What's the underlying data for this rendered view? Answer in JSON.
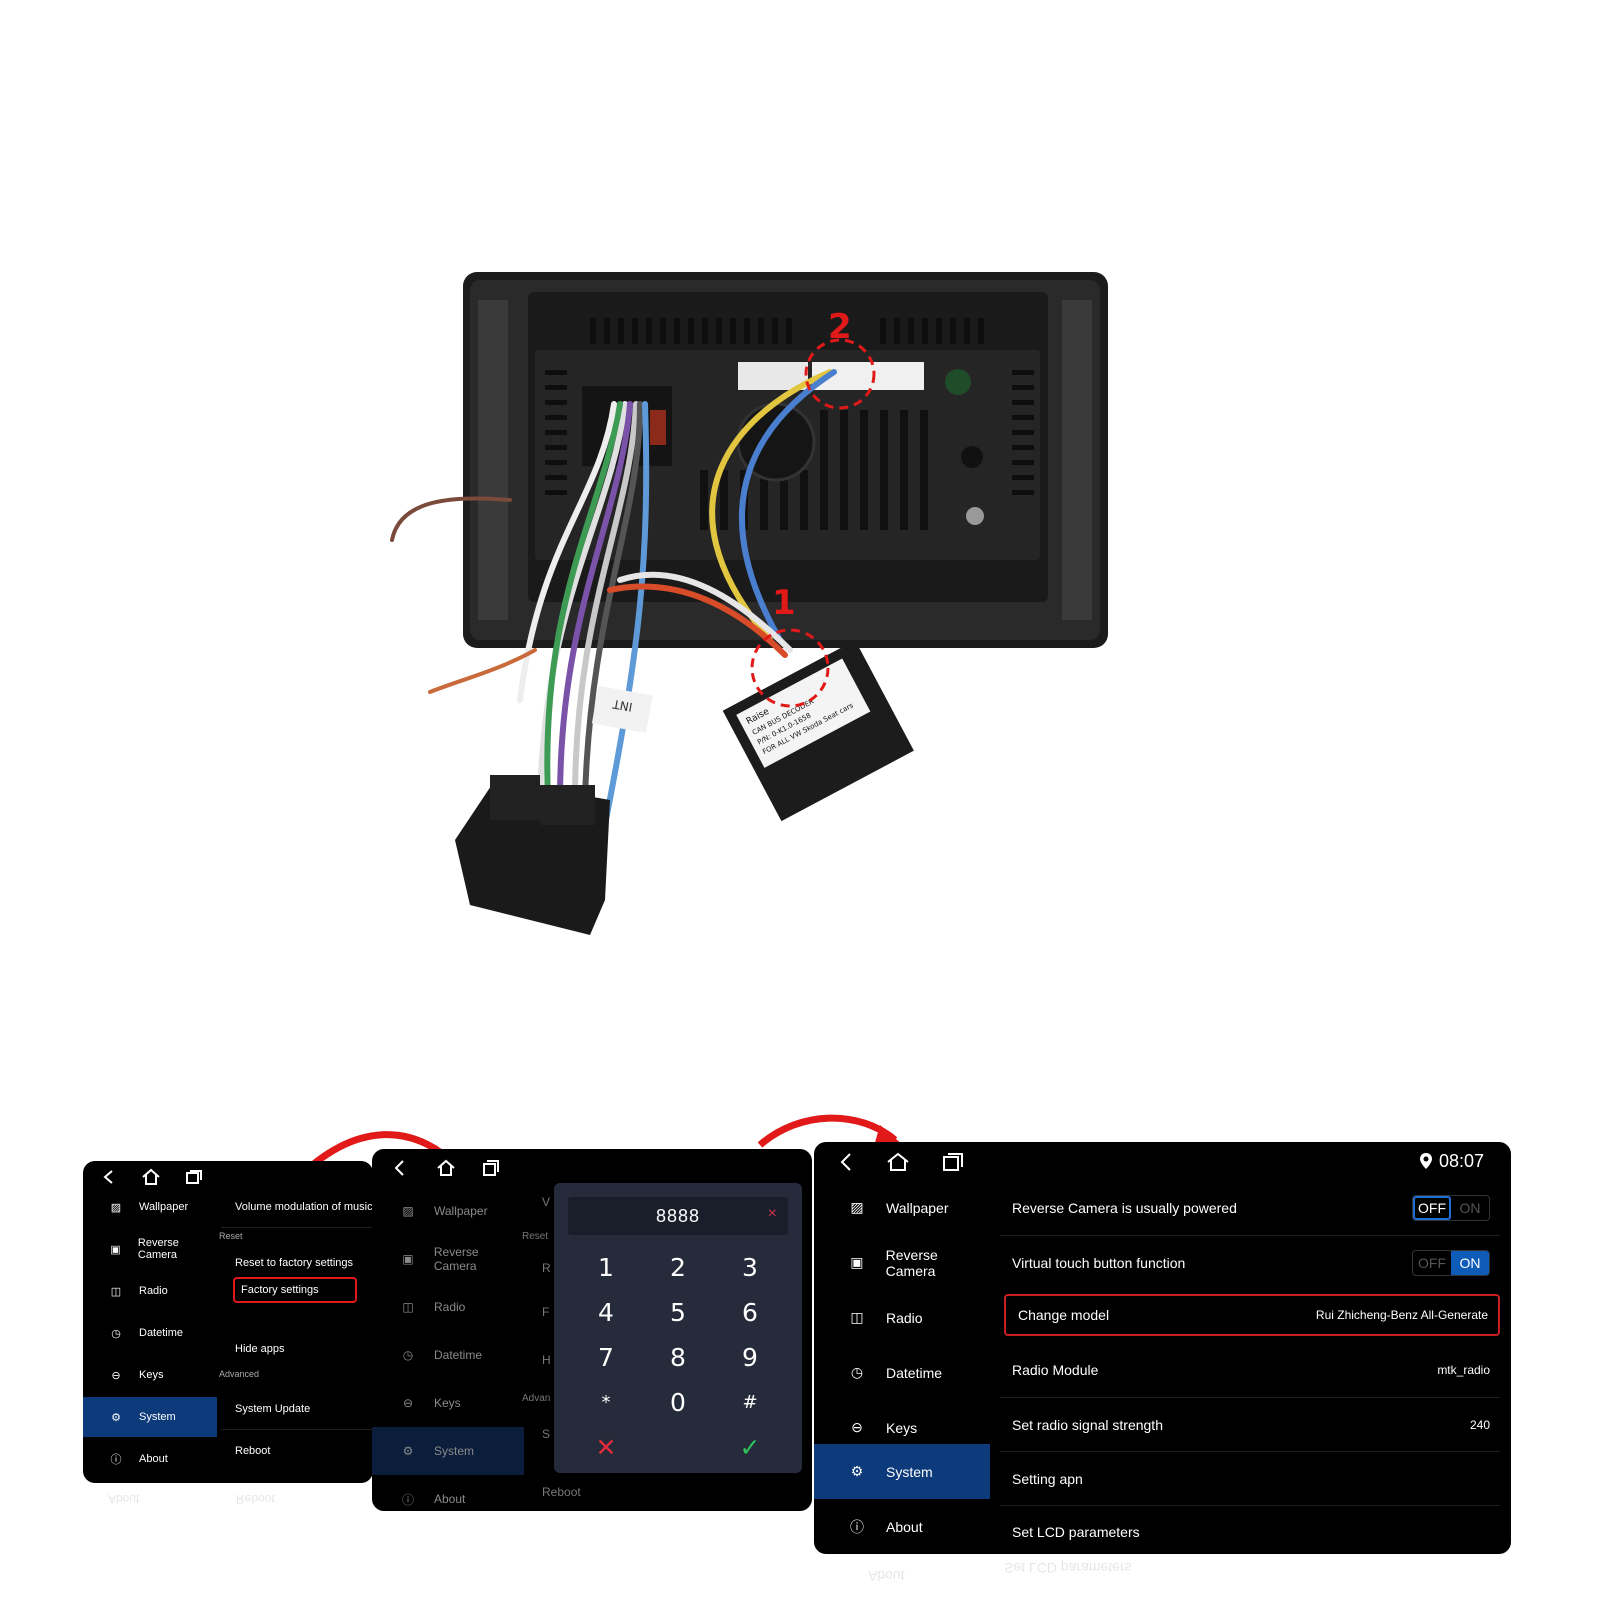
{
  "photo": {
    "markers": [
      "2",
      "1"
    ],
    "sticker_lines": [
      "CAN BUS DECODER",
      "P/N: 0-K1.0-1658",
      "FOR ALL VW Skoda Seat cars"
    ],
    "sticker_brand": "Raise",
    "tag_text": "INT"
  },
  "screen1": {
    "sidebar": [
      "Wallpaper",
      "Reverse Camera",
      "Radio",
      "Datetime",
      "Keys",
      "System",
      "About"
    ],
    "rows": [
      "Volume modulation of music",
      "Reset to factory settings",
      "Factory settings",
      "Hide apps",
      "System Update",
      "Reboot"
    ],
    "section_reset": "Reset",
    "section_advanced": "Advanced",
    "reflection_about": "About",
    "reflection_reboot": "Reboot"
  },
  "screen2": {
    "sidebar": [
      "Wallpaper",
      "Reverse Camera",
      "Radio",
      "Datetime",
      "Keys",
      "System",
      "About"
    ],
    "bg_labels": [
      "V",
      "Reset",
      "R",
      "F",
      "H",
      "Advan",
      "S",
      "Reboot"
    ],
    "pin": "8888",
    "clear": "×",
    "keys": [
      "1",
      "2",
      "3",
      "4",
      "5",
      "6",
      "7",
      "8",
      "9",
      "*",
      "0",
      "#"
    ],
    "cancel": "✕",
    "confirm": "✓"
  },
  "screen3": {
    "time": "08:07",
    "sidebar": [
      "Wallpaper",
      "Reverse Camera",
      "Radio",
      "Datetime",
      "Keys",
      "System",
      "About"
    ],
    "rows": [
      {
        "label": "Reverse Camera is usually powered",
        "off": "OFF",
        "on": "ON",
        "state": "OFF"
      },
      {
        "label": "Virtual touch button function",
        "off": "OFF",
        "on": "ON",
        "state": "ON"
      },
      {
        "label": "Change model",
        "value": "Rui Zhicheng-Benz All-Generate"
      },
      {
        "label": "Radio Module",
        "value": "mtk_radio"
      },
      {
        "label": "Set radio signal strength",
        "value": "240"
      },
      {
        "label": "Setting apn",
        "value": ""
      },
      {
        "label": "Set LCD parameters",
        "value": ""
      }
    ],
    "reflection_about": "About",
    "reflection_lcd": "Set LCD parameters"
  },
  "colors": {
    "accent_red": "#e11919",
    "selection_blue": "#0d3a7a",
    "toggle_blue": "#0f5bb8",
    "keypad_bg": "#262b3b"
  }
}
